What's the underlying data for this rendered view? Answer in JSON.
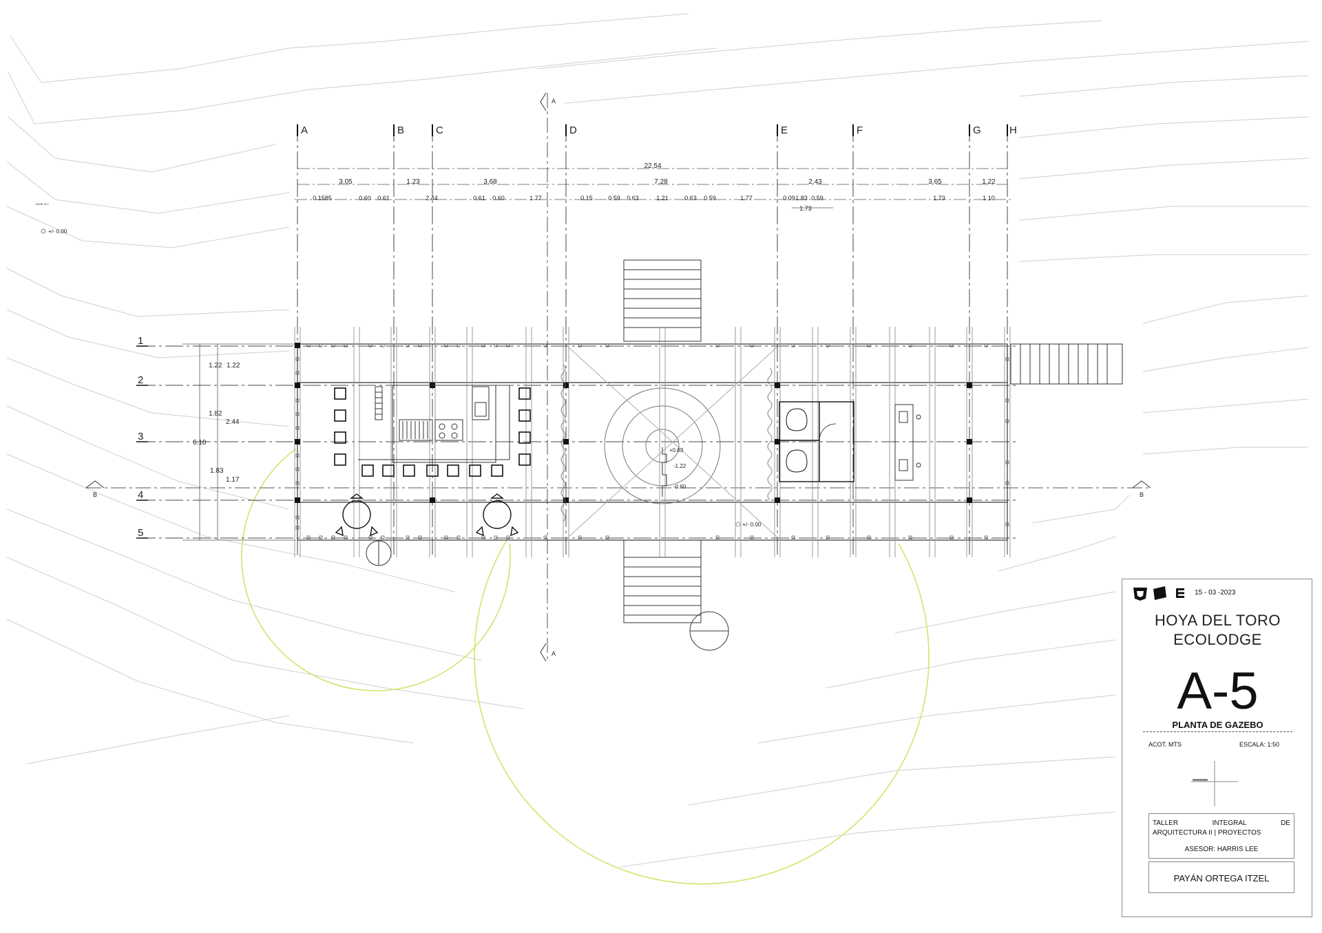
{
  "grid": {
    "columns": [
      "A",
      "B",
      "C",
      "D",
      "E",
      "F",
      "G",
      "H"
    ],
    "rows": [
      "1",
      "2",
      "3",
      "4",
      "5"
    ]
  },
  "dimensions": {
    "overall": "22.54",
    "tier2": [
      "3.05",
      "1.23",
      "3.68",
      "7.28",
      "2.43",
      "3.65",
      "1.22"
    ],
    "tier3": [
      "0.1585",
      "0.60",
      "0.61",
      "2.44",
      "0.61",
      "0.60",
      "1.77",
      "0.15",
      "0.59",
      "0.63",
      "1.21",
      "0.63",
      "0.59",
      "1.77",
      "0.09",
      "1.83",
      "0.59",
      "1.73",
      "1.10"
    ],
    "tier3_extra": "1.73",
    "vertical": [
      "1.22",
      "1.22",
      "1.82",
      "2.44",
      "6.10",
      "1.83",
      "1.17"
    ]
  },
  "levels": {
    "site": "+/- 0.00",
    "site_small": "NIVEL N.T.",
    "center_a": "+0.63",
    "center_b": "-1.22",
    "center_c": "-0.60",
    "gazebo": "+/- 0.00"
  },
  "section_markers": {
    "a": "A",
    "b": "B"
  },
  "title_block": {
    "date": "15 - 03 -2023",
    "project_line1": "HOYA DEL TORO",
    "project_line2": "ECOLODGE",
    "sheet_number": "A-5",
    "sheet_name": "PLANTA DE GAZEBO",
    "units": "ACOT. MTS",
    "scale": "ESCALA: 1:50",
    "course_l1a": "TALLER",
    "course_l1b": "INTEGRAL",
    "course_l1c": "DE",
    "course_l2": "ARQUITECTURA II | PROYECTOS",
    "advisor": "ASESOR: HARRIS LEE",
    "author": "PAYÁN ORTEGA ITZEL"
  },
  "colors": {
    "line": "#222222",
    "contour": "#cfcfcf",
    "swing": "#d6e26a",
    "grid": "#444444"
  }
}
